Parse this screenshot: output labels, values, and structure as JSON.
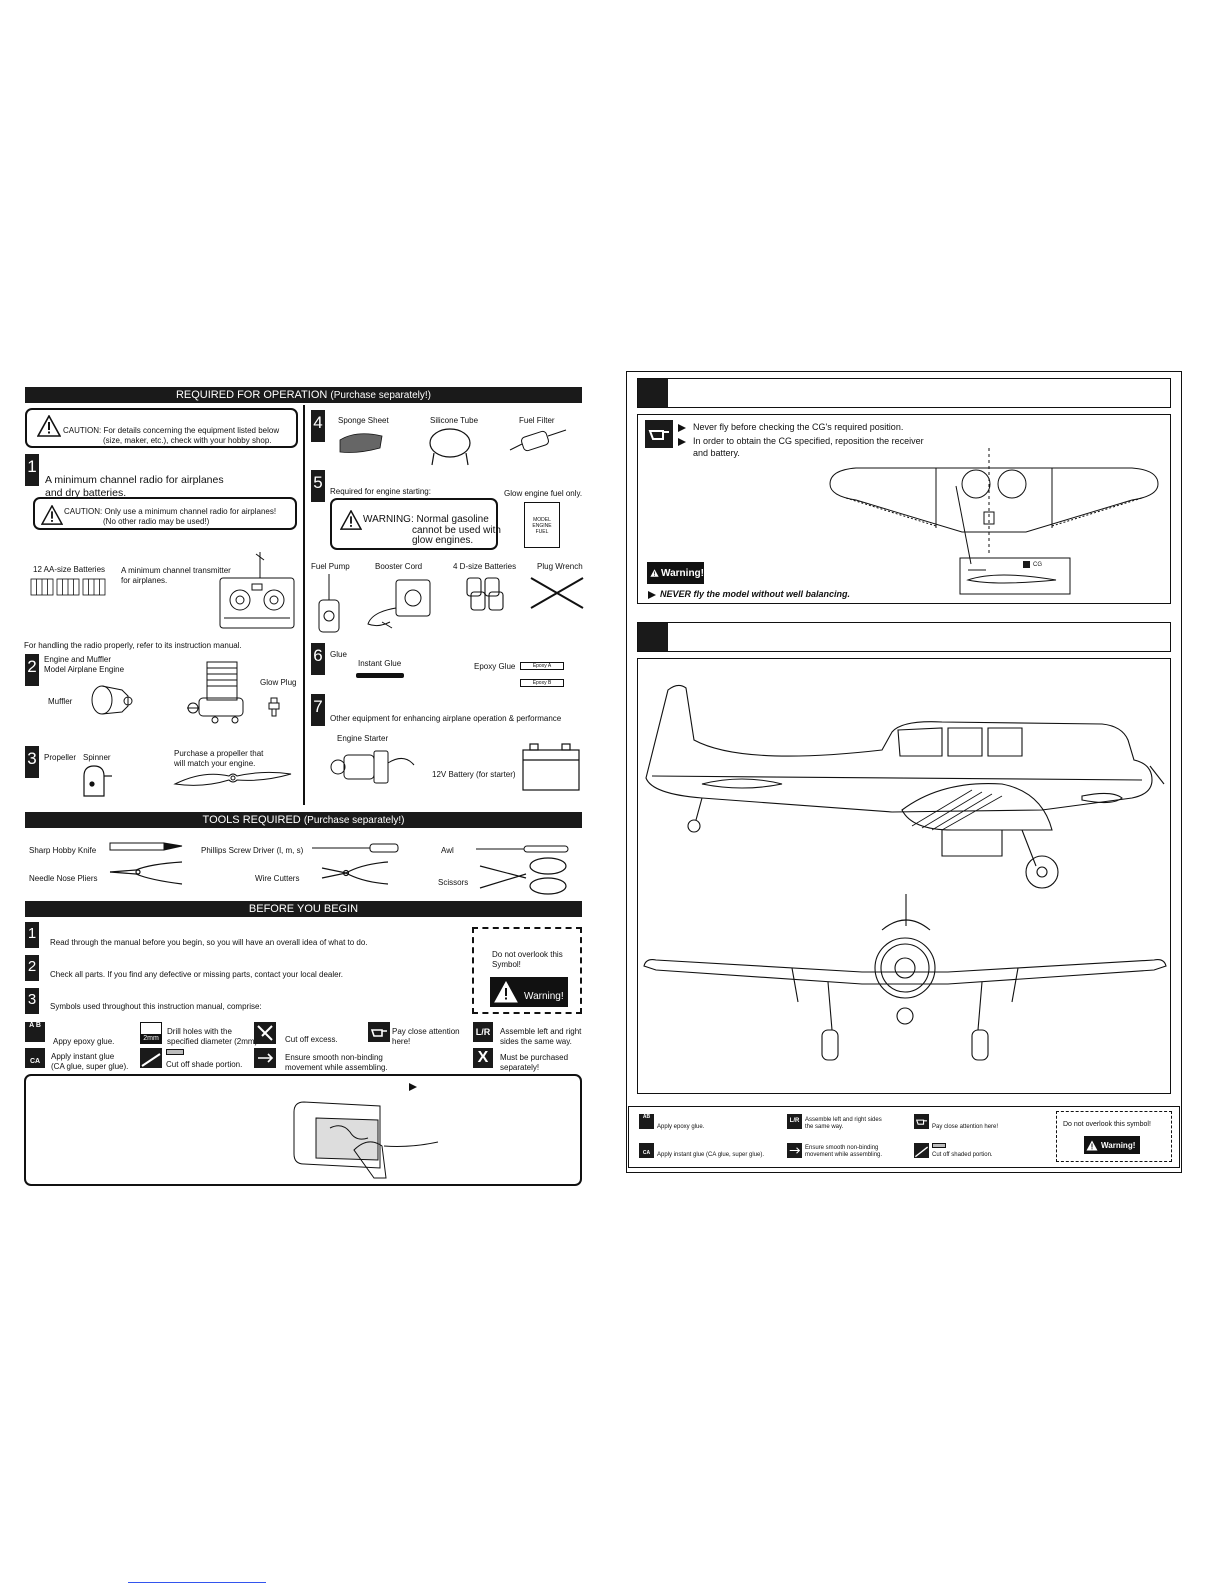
{
  "left": {
    "req_header": {
      "title": "REQUIRED FOR OPERATION",
      "sub": "(Purchase separately!)"
    },
    "caution1": {
      "line1": "CAUTION: For details concerning the equipment listed below",
      "line2": "(size, maker, etc.), check with your hobby shop."
    },
    "item1": {
      "num": "1",
      "line1": "A minimum    channel radio for airplanes",
      "line2": "and dry batteries."
    },
    "caution2": {
      "line1": "CAUTION: Only use a minimum    channel radio for airplanes!",
      "line2": "(No other radio may be used!)"
    },
    "batteries_label": "12 AA-size Batteries",
    "transmitter_label1": "A minimum    channel transmitter",
    "transmitter_label2": "for airplanes.",
    "radio_note": "For handling the radio properly, refer to its instruction manual.",
    "item2": {
      "num": "2",
      "line1": "Engine and Muffler",
      "line2": "Model Airplane Engine",
      "muffler": "Muffler",
      "glow_plug": "Glow Plug"
    },
    "item3": {
      "num": "3",
      "propeller": "Propeller",
      "spinner": "Spinner",
      "purchase1": "Purchase a propeller that",
      "purchase2": "will match  your engine."
    },
    "item4": {
      "num": "4",
      "sponge": "Sponge Sheet",
      "silicone": "Silicone Tube",
      "filter": "Fuel Filter"
    },
    "item5": {
      "num": "5",
      "required": "Required for engine starting:",
      "glow_fuel": "Glow engine fuel only.",
      "warn1": "WARNING: Normal gasoline",
      "warn2": "cannot be used with",
      "warn3": "glow engines.",
      "can_text1": "MODEL",
      "can_text2": "ENGINE",
      "can_text3": "FUEL"
    },
    "fuel_pump": "Fuel Pump",
    "booster": "Booster Cord",
    "dbatteries": "4 D-size Batteries",
    "plug_wrench": "Plug Wrench",
    "item6": {
      "num": "6",
      "glue": "Glue",
      "instant": "Instant Glue",
      "epoxy": "Epoxy Glue",
      "epoxy_a": "Epoxy A",
      "epoxy_b": "Epoxy B"
    },
    "item7": {
      "num": "7",
      "other": "Other equipment for enhancing airplane operation & performance",
      "starter": "Engine Starter",
      "battery12": "12V Battery (for starter)"
    },
    "tools_header": {
      "title": "TOOLS REQUIRED",
      "sub": "(Purchase separately!)"
    },
    "tools": {
      "knife": "Sharp Hobby Knife",
      "screwdriver": "Phillips Screw Driver (l, m, s)",
      "awl": "Awl",
      "pliers": "Needle Nose Pliers",
      "cutters": "Wire Cutters",
      "scissors": "Scissors"
    },
    "begin_header": {
      "title": "BEFORE YOU BEGIN"
    },
    "begin1": {
      "num": "1",
      "text": "Read through the manual before you begin, so you will have an overall idea of what to do."
    },
    "begin2": {
      "num": "2",
      "text": "Check all parts. If you find any defective or missing parts, contact your local dealer."
    },
    "begin3": {
      "num": "3",
      "text": "Symbols used throughout this instruction manual, comprise:"
    },
    "overlook": {
      "line1": "Do not overlook this",
      "line2": "Symbol!",
      "warning": "Warning!"
    },
    "symbols": {
      "epoxy": "Appy epoxy glue.",
      "drill1": "Drill holes with the",
      "drill2": "specified diameter (2mm).",
      "drill_icon": "2mm",
      "cut": "Cut off excess.",
      "attention1": "Pay close attention",
      "attention2": "here!",
      "assemble1": "Assemble left and right",
      "assemble2": "sides the same way.",
      "instant1": "Apply instant glue",
      "instant2": "(CA glue, super glue).",
      "shade": "Cut off shade portion.",
      "smooth1": "Ensure smooth non-binding",
      "smooth2": "movement while assembling.",
      "purchase1": "Must be purchased",
      "purchase2": "separately!"
    }
  },
  "right": {
    "cg": {
      "line1": "Never fly before checking the CG's required position.",
      "line2": "In order to obtain the CG specified, reposition the receiver",
      "line3": "and battery.",
      "warning": "Warning!",
      "never": "NEVER fly the model without well balancing.",
      "cg_label": "CG"
    },
    "legend": {
      "epoxy": "Apply epoxy glue.",
      "assemble1": "Assemble left and right sides",
      "assemble2": "the same way.",
      "attention": "Pay close attention here!",
      "overlook": "Do not overlook this symbol!",
      "warning": "Warning!",
      "instant": "Apply instant glue (CA glue, super glue).",
      "smooth1": "Ensure smooth non-binding",
      "smooth2": "movement while assembling.",
      "shade": "Cut off shaded portion."
    }
  }
}
